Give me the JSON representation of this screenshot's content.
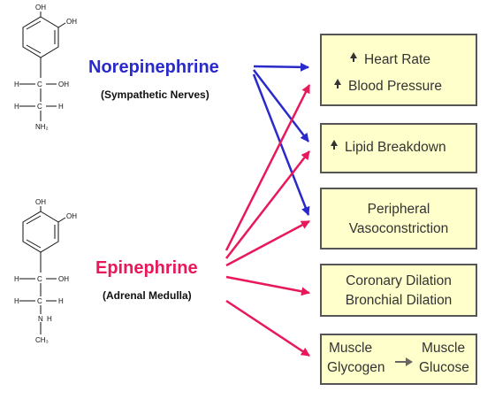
{
  "colors": {
    "norepinephrine": "#2a2acc",
    "epinephrine": "#e8185a",
    "box_fill": "#ffffcc",
    "box_border": "#555555"
  },
  "chemicals": [
    {
      "id": "norepinephrine",
      "name": "Norepinephrine",
      "source": "(Sympathetic Nerves)",
      "atoms": {
        "oh_top": "OH",
        "oh_side": "OH",
        "oh_chain": "OH",
        "h_left": "H",
        "h_c": "C",
        "h_left2": "H",
        "h_c2": "C",
        "h_right2": "H",
        "nh2": "NH₂"
      }
    },
    {
      "id": "epinephrine",
      "name": "Epinephrine",
      "source": "(Adrenal Medulla)",
      "atoms": {
        "oh_top": "OH",
        "oh_side": "OH",
        "oh_chain": "OH",
        "h_left": "H",
        "h_c": "C",
        "h_left2": "H",
        "h_c2": "C",
        "h_right2": "H",
        "n": "N",
        "n_h": "H",
        "ch3": "CH₃"
      }
    }
  ],
  "effects": [
    {
      "id": "heart",
      "lines": [
        {
          "text": "Heart Rate",
          "arrow": "up"
        },
        {
          "text": "Blood Pressure",
          "arrow": "up"
        }
      ]
    },
    {
      "id": "lipid",
      "lines": [
        {
          "text": "Lipid Breakdown",
          "arrow": "up"
        }
      ]
    },
    {
      "id": "vaso",
      "lines": [
        {
          "text": "Peripheral"
        },
        {
          "text": "Vasoconstriction"
        }
      ]
    },
    {
      "id": "coronary",
      "lines": [
        {
          "text": "Coronary Dilation"
        },
        {
          "text": "Bronchial Dilation"
        }
      ]
    },
    {
      "id": "glycogen",
      "lines": [
        {
          "text": "Muscle"
        },
        {
          "text": "Glycogen"
        },
        {
          "text": "Muscle"
        },
        {
          "text": "Glucose"
        }
      ]
    }
  ],
  "connections": [
    {
      "from": "norepinephrine",
      "to": "heart"
    },
    {
      "from": "norepinephrine",
      "to": "lipid"
    },
    {
      "from": "norepinephrine",
      "to": "vaso"
    },
    {
      "from": "epinephrine",
      "to": "heart"
    },
    {
      "from": "epinephrine",
      "to": "lipid"
    },
    {
      "from": "epinephrine",
      "to": "vaso"
    },
    {
      "from": "epinephrine",
      "to": "coronary"
    },
    {
      "from": "epinephrine",
      "to": "glycogen"
    }
  ]
}
